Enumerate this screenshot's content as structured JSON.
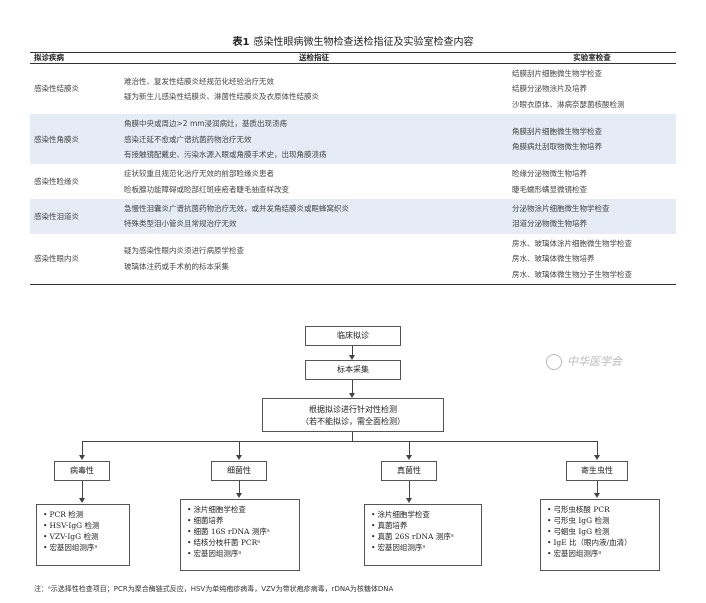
{
  "table": {
    "label": "表1",
    "title": "感染性眼病微生物检查送检指征及实验室检查内容",
    "headers": [
      "拟诊疾病",
      "送检指征",
      "实验室检查"
    ],
    "rows": [
      {
        "disease": "感染性结膜炎",
        "indications": [
          "难治性、复发性结膜炎经规范化经验治疗无效",
          "疑为新生儿感染性结膜炎、淋菌性结膜炎及衣原体性结膜炎"
        ],
        "tests": [
          "结膜刮片细胞微生物学检查",
          "结膜分泌物涂片及培养",
          "沙眼衣原体、淋病奈瑟菌核酸检测"
        ]
      },
      {
        "disease": "感染性角膜炎",
        "indications": [
          "角膜中央或周边>2 mm浸润病灶，基质出现溃疡",
          "感染迁延不愈或广谱抗菌药物治疗无效",
          "有接触镜配戴史、污染水源入眼或角膜手术史，出现角膜溃疡"
        ],
        "tests": [
          "角膜刮片细胞微生物学检查",
          "角膜病灶刮取物微生物培养"
        ]
      },
      {
        "disease": "感染性睑缘炎",
        "indications": [
          "症状较重且规范化治疗无效的前部睑缘炎患者",
          "睑板腺功能障碍或睑部红斑痤疮者睫毛抽查样改变"
        ],
        "tests": [
          "睑缘分泌物微生物培养",
          "睫毛蠕形螨显微镜检查"
        ]
      },
      {
        "disease": "感染性泪道炎",
        "indications": [
          "急慢性泪囊炎广谱抗菌药物治疗无效，或并发角结膜炎或眶蜂窝织炎",
          "特殊类型泪小管炎且常规治疗无效"
        ],
        "tests": [
          "分泌物涂片细胞微生物学检查",
          "泪道分泌物微生物培养"
        ]
      },
      {
        "disease": "感染性眼内炎",
        "indications": [
          "疑为感染性眼内炎须进行病原学检查",
          "玻璃体注药或手术前的标本采集"
        ],
        "tests": [
          "房水、玻璃体涂片细胞微生物学检查",
          "房水、玻璃体微生物培养",
          "房水、玻璃体微生物分子生物学检查"
        ]
      }
    ]
  },
  "flow": {
    "step1": "临床拟诊",
    "step2": "标本采集",
    "step3_line1": "根据拟诊进行针对性检测",
    "step3_line2": "（若不能拟诊，需全面检测）",
    "branches": [
      {
        "label": "病毒性",
        "items": [
          "PCR 检测",
          "HSV-IgG 检测",
          "VZV-IgG 检测",
          "宏基因组测序ᵃ"
        ]
      },
      {
        "label": "细菌性",
        "items": [
          "涂片细胞学检查",
          "细菌培养",
          "细菌 16S rDNA 测序ᵃ",
          "结核分枝杆菌 PCRᵃ",
          "宏基因组测序ᵃ"
        ]
      },
      {
        "label": "真菌性",
        "items": [
          "涂片细胞学检查",
          "真菌培养",
          "真菌 26S rDNA 测序ᵃ",
          "宏基因组测序ᵃ"
        ]
      },
      {
        "label": "寄生虫性",
        "items": [
          "弓形虫核酸 PCR",
          "弓形虫 IgG 检测",
          "弓蛔虫 IgG 检测",
          "IgE 比（眼内液/血清）",
          "宏基因组测序ᵃ"
        ]
      }
    ]
  },
  "watermark": "中华医学会",
  "note": "注：ᵃ示选择性检查项目；PCR为聚合酶链式反应，HSV为单纯疱疹病毒，VZV为带状疱疹病毒，rDNA为核糖体DNA"
}
